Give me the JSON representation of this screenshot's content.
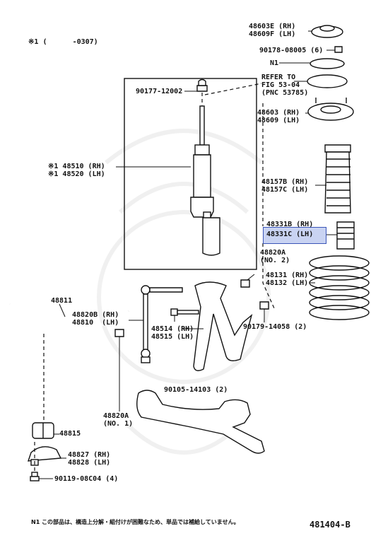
{
  "header_note": {
    "mark": "※1",
    "range": "(      -0307)"
  },
  "labels": {
    "upper_support_cap": [
      "48603E (RH)",
      "48609F (LH)"
    ],
    "nut_90178": "90178-08005 (6)",
    "n1": "N1",
    "refer": [
      "REFER TO",
      "FIG 53-04",
      "(PNC 53785)"
    ],
    "nut_90177": "90177-12002",
    "support": [
      "48603 (RH)",
      "48609 (LH)"
    ],
    "absorber": [
      "※1  48510 (RH)",
      "※1  48520 (LH)"
    ],
    "boot": [
      "48157B (RH)",
      "48157C (LH)"
    ],
    "bumper": [
      "48331B (RH)",
      "48331C (LH)"
    ],
    "nut_48820a_2": [
      "48820A",
      "(NO. 2)"
    ],
    "spring": [
      "48131 (RH)",
      "48132 (LH)"
    ],
    "link_48820b": [
      "48820B (RH)",
      "48810  (LH)"
    ],
    "fork": [
      "48514 (RH)",
      "48515 (LH)"
    ],
    "stabilizer": "48811",
    "bolt_90105": "90105-14103 (2)",
    "nut_90179": "90179-14058 (2)",
    "nut_48820a_1": [
      "48820A",
      "(NO. 1)"
    ],
    "bushing": "48815",
    "bracket": [
      "48827 (RH)",
      "48828 (LH)"
    ],
    "bolt_90119": "90119-08C04 (4)"
  },
  "footer": {
    "note": "N1 この部品は、構造上分解・組付けが困難なため、単品では補給していません。",
    "code": "481404-B"
  },
  "highlight_color": "#c9d3f2"
}
